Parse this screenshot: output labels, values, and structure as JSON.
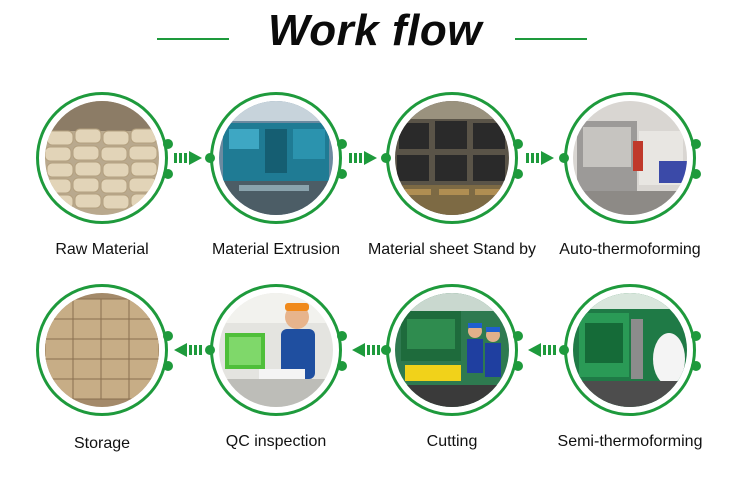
{
  "page": {
    "title": "Work flow",
    "accent_color": "#1e9a3c"
  },
  "steps": [
    {
      "label": "Raw Material",
      "image": "raw-material-sacks-photo"
    },
    {
      "label": "Material Extrusion",
      "image": "extrusion-machine-photo"
    },
    {
      "label": "Material sheet Stand by",
      "image": "sheet-rolls-photo"
    },
    {
      "label": "Auto-thermoforming",
      "image": "thermoforming-machine-photo"
    },
    {
      "label": "Semi-thermoforming",
      "image": "semi-thermoforming-photo"
    },
    {
      "label": "Cutting",
      "image": "cutting-workers-photo"
    },
    {
      "label": "QC inspection",
      "image": "qc-inspection-worker-photo"
    },
    {
      "label": "Storage",
      "image": "storage-boxes-photo"
    }
  ],
  "arrows": {
    "row1": "triple-chevron-right-icon",
    "row2": "triple-chevron-left-icon"
  }
}
